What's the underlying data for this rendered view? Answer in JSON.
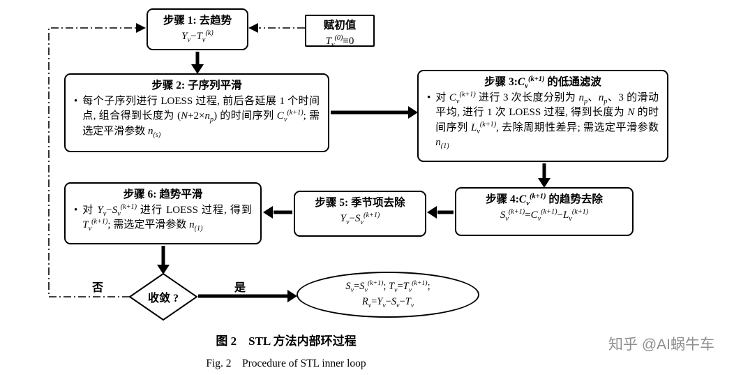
{
  "diagram": {
    "bullet_char": "•",
    "step1": {
      "title": "步骤 1: 去趋势",
      "formula": [
        {
          "t": "Y",
          "i": 1
        },
        {
          "t": "v",
          "s": "sub",
          "i": 1
        },
        {
          "t": "−"
        },
        {
          "t": "T",
          "i": 1
        },
        {
          "t": "v",
          "s": "sub",
          "i": 1
        },
        {
          "t": "(k)",
          "s": "sup",
          "i": 1
        }
      ]
    },
    "init": {
      "title": "赋初值",
      "formula": [
        {
          "t": "T",
          "i": 1
        },
        {
          "t": "v",
          "s": "sub",
          "i": 1
        },
        {
          "t": "(0)",
          "s": "sup",
          "i": 1
        },
        {
          "t": "≡0"
        }
      ]
    },
    "step2": {
      "title": "步骤 2: 子序列平滑",
      "bullet": [
        {
          "t": "每个子序列进行 LOESS 过程, 前后各延展 1 个时间点, 组合得到长度为 ("
        },
        {
          "t": "N",
          "i": 1
        },
        {
          "t": "+2×"
        },
        {
          "t": "n",
          "i": 1
        },
        {
          "t": "p",
          "s": "sub",
          "i": 1
        },
        {
          "t": ") 的时间序列 "
        },
        {
          "t": "C",
          "i": 1
        },
        {
          "t": "v",
          "s": "sub",
          "i": 1
        },
        {
          "t": "(k+1)",
          "s": "sup",
          "i": 1
        },
        {
          "t": "; 需选定平滑参数 "
        },
        {
          "t": "n",
          "i": 1
        },
        {
          "t": "(s)",
          "s": "sub",
          "i": 1
        }
      ]
    },
    "step3": {
      "title": [
        {
          "t": "步骤 3:"
        },
        {
          "t": "C",
          "i": 1
        },
        {
          "t": "v",
          "s": "sub",
          "i": 1
        },
        {
          "t": "(k+1)",
          "s": "sup",
          "i": 1
        },
        {
          "t": " 的低通滤波"
        }
      ],
      "bullet": [
        {
          "t": "对 "
        },
        {
          "t": "C",
          "i": 1
        },
        {
          "t": "v",
          "s": "sub",
          "i": 1
        },
        {
          "t": "(k+1)",
          "s": "sup",
          "i": 1
        },
        {
          "t": " 进行 3 次长度分别为 "
        },
        {
          "t": "n",
          "i": 1
        },
        {
          "t": "p",
          "s": "sub",
          "i": 1
        },
        {
          "t": "、"
        },
        {
          "t": "n",
          "i": 1
        },
        {
          "t": "p",
          "s": "sub",
          "i": 1
        },
        {
          "t": "、3 的滑动平均, 进行 1 次 LOESS 过程, 得到长度为 "
        },
        {
          "t": "N",
          "i": 1
        },
        {
          "t": " 的时间序列 "
        },
        {
          "t": "L",
          "i": 1
        },
        {
          "t": "v",
          "s": "sub",
          "i": 1
        },
        {
          "t": "(k+1)",
          "s": "sup",
          "i": 1
        },
        {
          "t": ", 去除周期性差异; 需选定平滑参数 "
        },
        {
          "t": "n",
          "i": 1
        },
        {
          "t": "(1)",
          "s": "sub",
          "i": 1
        }
      ]
    },
    "step4": {
      "title": [
        {
          "t": "步骤 4:"
        },
        {
          "t": "C",
          "i": 1
        },
        {
          "t": "v",
          "s": "sub",
          "i": 1
        },
        {
          "t": "(k+1)",
          "s": "sup",
          "i": 1
        },
        {
          "t": " 的趋势去除"
        }
      ],
      "formula": [
        {
          "t": "S",
          "i": 1
        },
        {
          "t": "v",
          "s": "sub",
          "i": 1
        },
        {
          "t": "(k+1)",
          "s": "sup",
          "i": 1
        },
        {
          "t": "="
        },
        {
          "t": "C",
          "i": 1
        },
        {
          "t": "v",
          "s": "sub",
          "i": 1
        },
        {
          "t": "(k+1)",
          "s": "sup",
          "i": 1
        },
        {
          "t": "−"
        },
        {
          "t": "L",
          "i": 1
        },
        {
          "t": "v",
          "s": "sub",
          "i": 1
        },
        {
          "t": "(k+1)",
          "s": "sup",
          "i": 1
        }
      ]
    },
    "step5": {
      "title": "步骤 5: 季节项去除",
      "formula": [
        {
          "t": "Y",
          "i": 1
        },
        {
          "t": "v",
          "s": "sub",
          "i": 1
        },
        {
          "t": "−"
        },
        {
          "t": "S",
          "i": 1
        },
        {
          "t": "v",
          "s": "sub",
          "i": 1
        },
        {
          "t": "(k+1)",
          "s": "sup",
          "i": 1
        }
      ]
    },
    "step6": {
      "title": "步骤 6: 趋势平滑",
      "bullet": [
        {
          "t": "对 "
        },
        {
          "t": "Y",
          "i": 1
        },
        {
          "t": "v",
          "s": "sub",
          "i": 1
        },
        {
          "t": "−"
        },
        {
          "t": "S",
          "i": 1
        },
        {
          "t": "v",
          "s": "sub",
          "i": 1
        },
        {
          "t": "(k+1)",
          "s": "sup",
          "i": 1
        },
        {
          "t": " 进行 LOESS 过程, 得到 "
        },
        {
          "t": "T",
          "i": 1
        },
        {
          "t": "v",
          "s": "sub",
          "i": 1
        },
        {
          "t": "(k+1)",
          "s": "sup",
          "i": 1
        },
        {
          "t": "; 需选定平滑参数 "
        },
        {
          "t": "n",
          "i": 1
        },
        {
          "t": "(1)",
          "s": "sub",
          "i": 1
        }
      ]
    },
    "decision": {
      "label": "收敛 ?"
    },
    "output": {
      "line1": [
        {
          "t": "S",
          "i": 1
        },
        {
          "t": "v",
          "s": "sub",
          "i": 1
        },
        {
          "t": "="
        },
        {
          "t": "S",
          "i": 1
        },
        {
          "t": "v",
          "s": "sub",
          "i": 1
        },
        {
          "t": "(k+1)",
          "s": "sup",
          "i": 1
        },
        {
          "t": "; "
        },
        {
          "t": "T",
          "i": 1
        },
        {
          "t": "v",
          "s": "sub",
          "i": 1
        },
        {
          "t": "="
        },
        {
          "t": "T",
          "i": 1
        },
        {
          "t": "v",
          "s": "sub",
          "i": 1
        },
        {
          "t": "(k+1)",
          "s": "sup",
          "i": 1
        },
        {
          "t": ";"
        }
      ],
      "line2": [
        {
          "t": "R",
          "i": 1
        },
        {
          "t": "v",
          "s": "sub",
          "i": 1
        },
        {
          "t": "="
        },
        {
          "t": "Y",
          "i": 1
        },
        {
          "t": "v",
          "s": "sub",
          "i": 1
        },
        {
          "t": "−"
        },
        {
          "t": "S",
          "i": 1
        },
        {
          "t": "v",
          "s": "sub",
          "i": 1
        },
        {
          "t": "−"
        },
        {
          "t": "T",
          "i": 1
        },
        {
          "t": "v",
          "s": "sub",
          "i": 1
        }
      ]
    },
    "labels": {
      "no": "否",
      "yes": "是"
    }
  },
  "caption": {
    "zh": "图 2　STL 方法内部环过程",
    "en": "Fig. 2　Procedure of STL inner loop"
  },
  "watermark": {
    "text": "知乎 @AI蜗牛车",
    "color": "#8f8f8f"
  },
  "colors": {
    "line": "#000000",
    "box_border": "#000000",
    "background": "#ffffff"
  }
}
